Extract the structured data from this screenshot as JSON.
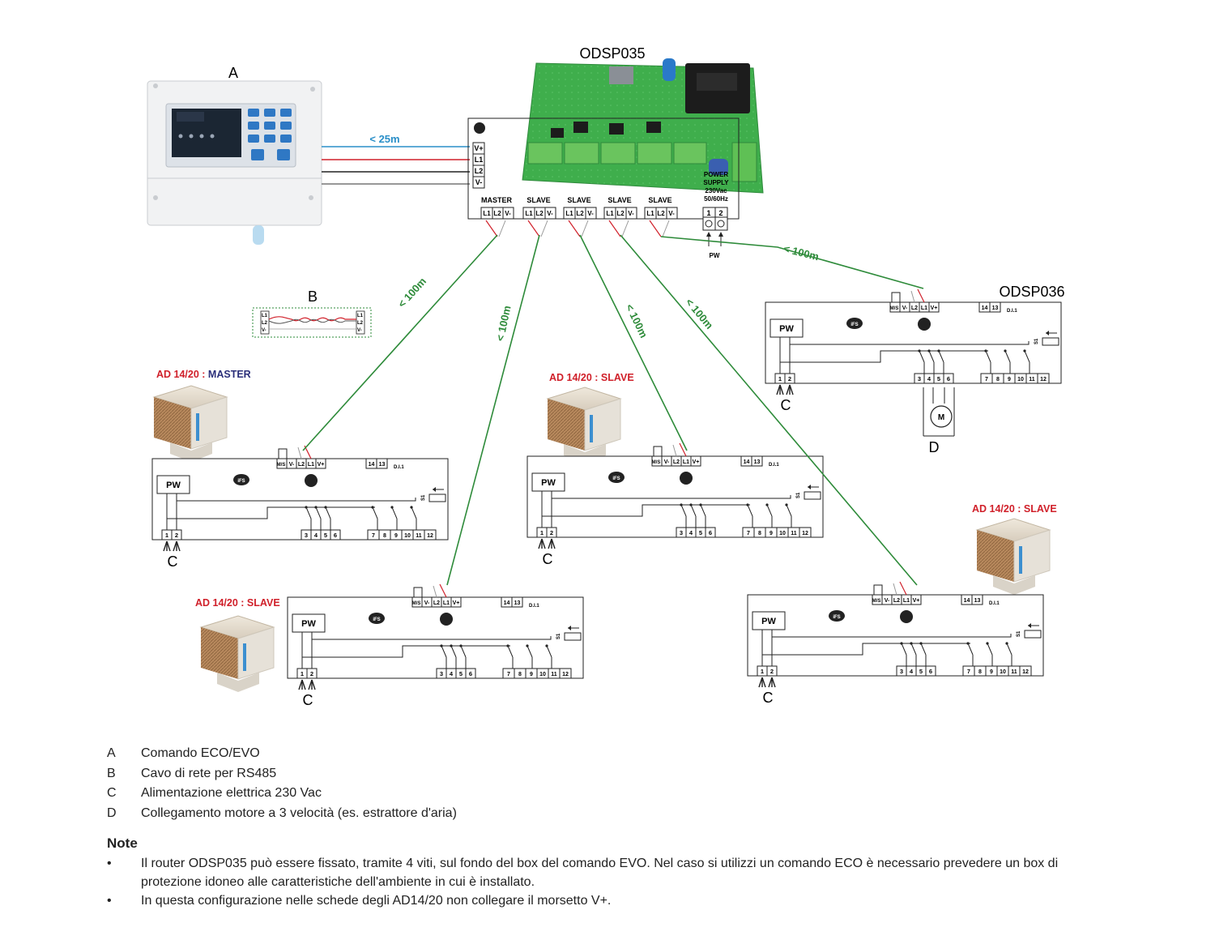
{
  "labels": {
    "router_title": "ODSP035",
    "module_title": "ODSP036",
    "A": "A",
    "B": "B",
    "C": "C",
    "D": "D",
    "dist_25": "< 25m",
    "dist_100": "< 100m",
    "pw": "PW",
    "motor": "M",
    "ifs": "iFS",
    "di1": "D.I.1",
    "s1": "S1"
  },
  "router": {
    "inputs": [
      "V+",
      "L1",
      "L2",
      "V-"
    ],
    "ports": [
      "MASTER",
      "SLAVE",
      "SLAVE",
      "SLAVE",
      "SLAVE"
    ],
    "terminal": [
      "L1",
      "L2",
      "V-"
    ],
    "power_supply": [
      "POWER",
      "SUPPLY",
      "230Vac",
      "50/60Hz"
    ],
    "power_terms": [
      "1",
      "2"
    ]
  },
  "board": {
    "bus": [
      "V-",
      "L2",
      "L1",
      "V+"
    ],
    "ms": "M/S",
    "t1413": [
      "14",
      "13"
    ],
    "t34": [
      "3",
      "4",
      "5",
      "6"
    ],
    "t712": [
      "7",
      "8",
      "9",
      "10",
      "11",
      "12"
    ],
    "t12": [
      "1",
      "2"
    ]
  },
  "units": {
    "master_prefix": "AD 14/20 : ",
    "master_role": "MASTER",
    "slave": "AD 14/20 : SLAVE"
  },
  "legend": [
    {
      "key": "A",
      "text": "Comando ECO/EVO"
    },
    {
      "key": "B",
      "text": "Cavo di rete per RS485"
    },
    {
      "key": "C",
      "text": "Alimentazione elettrica 230 Vac"
    },
    {
      "key": "D",
      "text": "Collegamento motore a 3 velocità (es. estrattore d'aria)"
    }
  ],
  "notes_title": "Note",
  "notes": [
    "Il router ODSP035 può essere fissato, tramite 4 viti, sul fondo del box del comando EVO. Nel caso si utilizzi un comando ECO è necessario prevedere un box di protezione idoneo alle caratteristiche dell'ambiente in cui è installato.",
    "In questa configurazione nelle schede degli AD14/20 non collegare il morsetto V+."
  ],
  "colors": {
    "wire_green": "#2e8b3a",
    "wire_red": "#d0202a",
    "wire_blue": "#2a8fc8",
    "slave_red": "#d0202a",
    "master_navy": "#2b2f7a",
    "board_green": "#3fae4c"
  }
}
